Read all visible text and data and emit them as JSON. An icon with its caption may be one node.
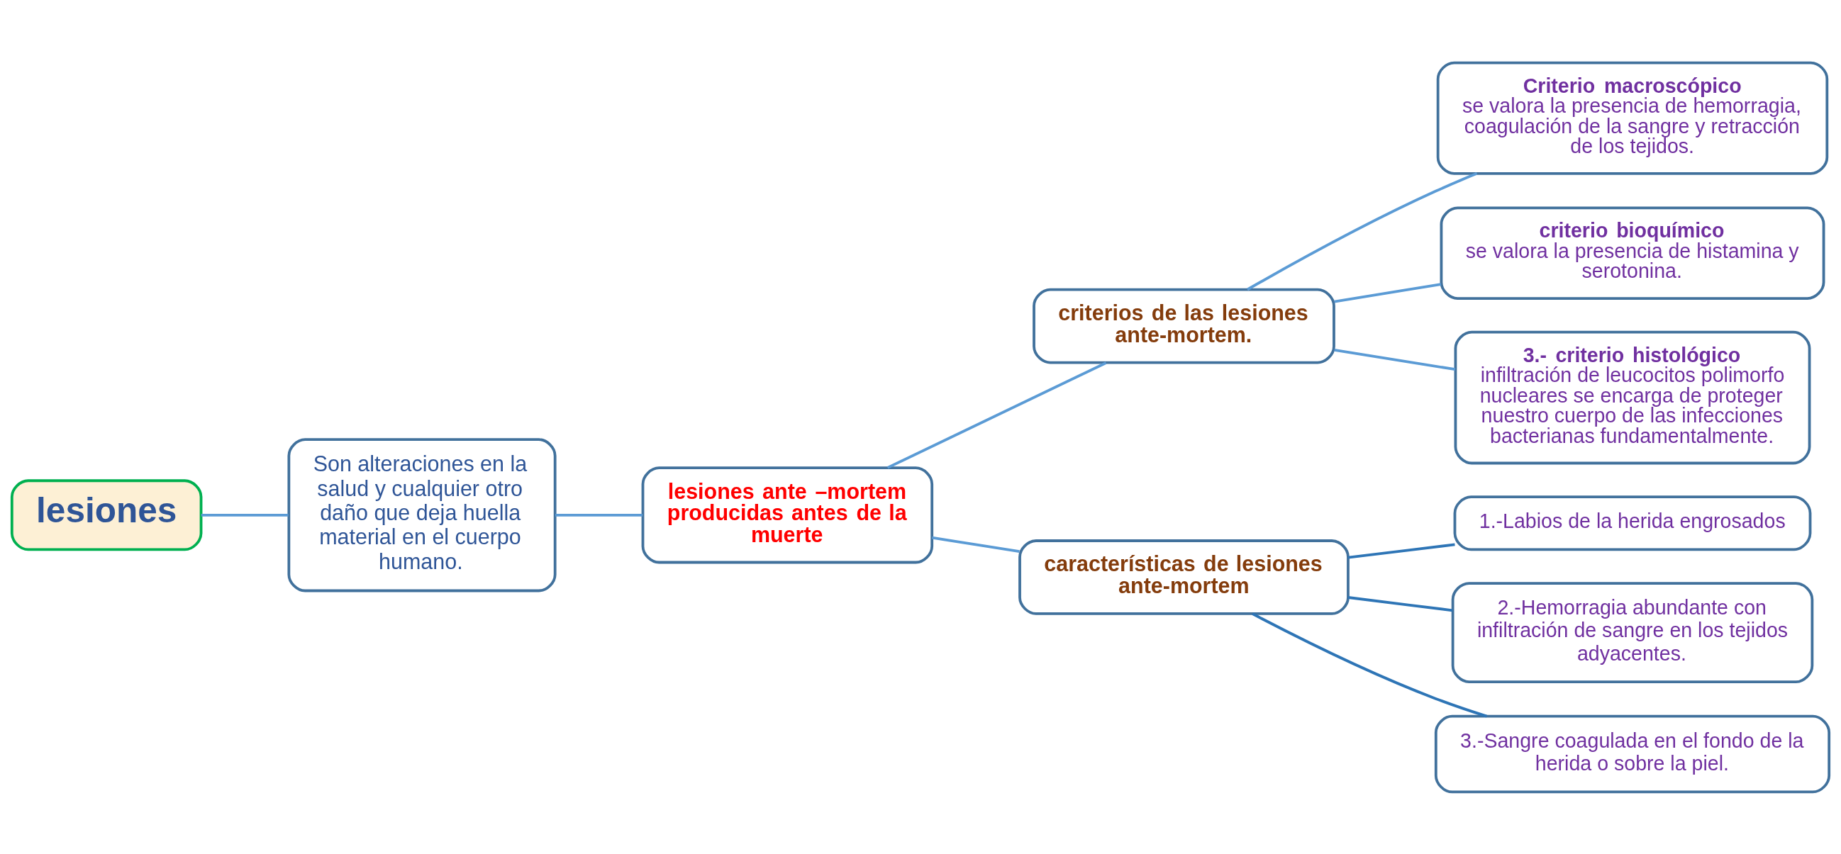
{
  "diagram": {
    "nodes": [
      {
        "text": [
          "lesiones"
        ]
      },
      {
        "text": [
          "Son alteraciones en la salud y cualquier otro daño que deja huella material en el cuerpo humano."
        ]
      },
      {
        "text": [
          "lesiones ante –mortem producidas antes de la muerte"
        ]
      },
      {
        "text": [
          "criterios de las lesiones ante-mortem."
        ]
      },
      {
        "text": [
          "**Criterio macroscópico** se valora la presencia de hemorragia, coagulación de la sangre y retracción de los tejidos."
        ]
      },
      {
        "text": [
          "**criterio bioquímico** se valora la presencia de histamina y serotonina."
        ]
      },
      {
        "text": [
          "**3.- criterio histológico** infiltración de leucocitos polimorfo nucleares se encarga de proteger nuestro cuerpo de las infecciones bacterianas fundamentalmente."
        ]
      },
      {
        "text": [
          "características de lesiones ante-mortem"
        ]
      },
      {
        "text": [
          "1.-Labios de la herida engrosados"
        ]
      },
      {
        "text": [
          "2.-Hemorragia abundante con infiltración de sangre en los tejidos adyacentes."
        ]
      },
      {
        "text": [
          "3.-Sangre coagulada en el fondo de la herida o sobre la piel."
        ]
      }
    ],
    "edges": [
      {
        "from": 0,
        "to": 1,
        "arrow": "none"
      },
      {
        "from": 1,
        "to": 2,
        "arrow": "none"
      },
      {
        "from": 2,
        "to": 3,
        "arrow": "none"
      },
      {
        "from": 2,
        "to": 7,
        "arrow": "none"
      },
      {
        "from": 3,
        "to": 4,
        "arrow": "none"
      },
      {
        "from": 3,
        "to": 5,
        "arrow": "none"
      },
      {
        "from": 3,
        "to": 6,
        "arrow": "none"
      },
      {
        "from": 7,
        "to": 8,
        "arrow": "none",
        "color": "#2e75b6"
      },
      {
        "from": 7,
        "to": 9,
        "arrow": "none",
        "color": "#2e75b6"
      },
      {
        "from": 7,
        "to": 10,
        "arrow": "none",
        "color": "#2e75b6"
      }
    ]
  }
}
